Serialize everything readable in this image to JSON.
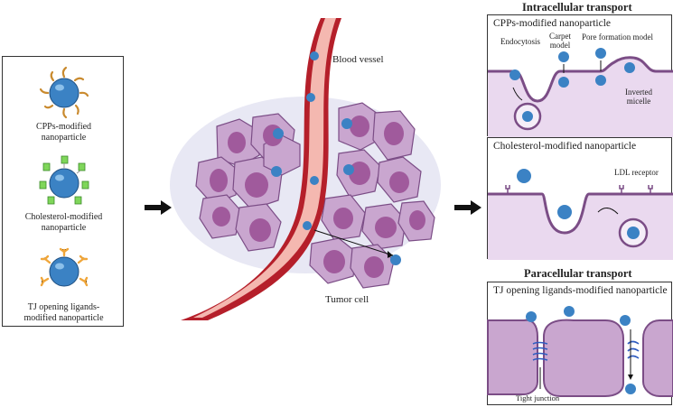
{
  "legend": {
    "items": [
      {
        "label": "CPPs-modified\nnanoparticle"
      },
      {
        "label": "Cholesterol-modified\nnanoparticle"
      },
      {
        "label": "TJ opening ligands-\nmodified nanoparticle"
      }
    ]
  },
  "center": {
    "blood_vessel_label": "Blood vessel",
    "tumor_cell_label": "Tumor cell"
  },
  "intracellular": {
    "title": "Intracellular transport",
    "cpp_panel": {
      "title": "CPPs-modified nanoparticle",
      "endocytosis": "Endocytosis",
      "carpet_model": "Carpet\nmodel",
      "pore_model": "Pore formation model",
      "inverted_micelle": "Inverted\nmicelle"
    },
    "chol_panel": {
      "title": "Cholesterol-modified nanoparticle",
      "ldl_receptor": "LDL receptor"
    }
  },
  "paracellular": {
    "title": "Paracellular transport",
    "tj_panel": {
      "title": "TJ opening ligands-modified nanoparticle",
      "tight_junction": "Tight junction"
    }
  },
  "colors": {
    "np_fill": "#3b82c4",
    "cpp_ligand": "#c98a2e",
    "chol_ligand": "#7fd65a",
    "tj_ligand": "#f0a63a",
    "cell_fill": "#c9a6cf",
    "nucleus": "#a05a9c",
    "vessel": "#b51f2a",
    "vessel_inner": "#f4b8b0"
  }
}
